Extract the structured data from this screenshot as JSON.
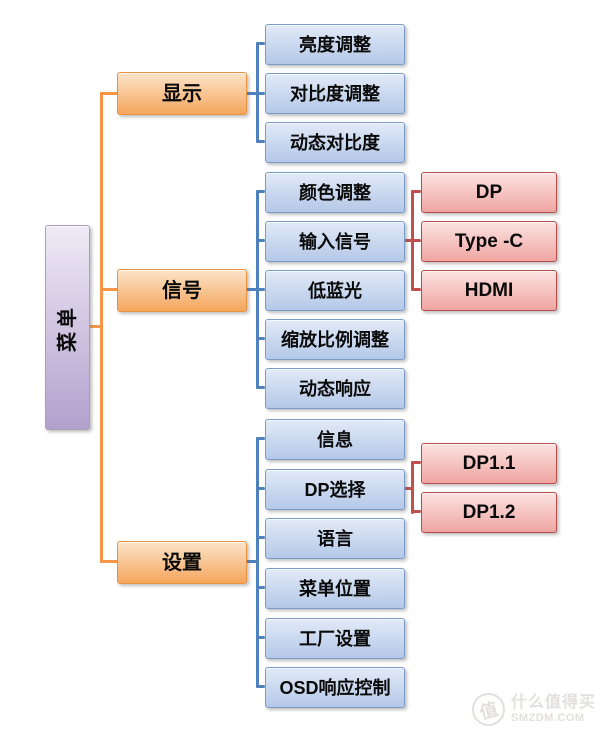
{
  "tree": {
    "root": "菜单",
    "branches": [
      {
        "label": "显示",
        "items": [
          "亮度调整",
          "对比度调整",
          "动态对比度"
        ]
      },
      {
        "label": "信号",
        "items": [
          "颜色调整",
          "输入信号",
          "低蓝光",
          "缩放比例调整",
          "动态响应"
        ],
        "sub": {
          "parent": "输入信号",
          "items": [
            "DP",
            "Type -C",
            "HDMI"
          ]
        }
      },
      {
        "label": "设置",
        "items": [
          "信息",
          "DP选择",
          "语言",
          "菜单位置",
          "工厂设置",
          "OSD响应控制"
        ],
        "sub": {
          "parent": "DP选择",
          "items": [
            "DP1.1",
            "DP1.2"
          ]
        }
      }
    ]
  },
  "watermark": {
    "logo": "值",
    "name": "什么值得买",
    "site": "SMZDM.COM"
  },
  "colors": {
    "line_orange": "#F79646",
    "line_blue": "#4F81BD",
    "line_red": "#C0504D",
    "node_orange_border": "#E8913F",
    "node_blue_border": "#7B9BC9",
    "node_pink_border": "#B44E4B",
    "node_purple": "#B2A0CD"
  }
}
